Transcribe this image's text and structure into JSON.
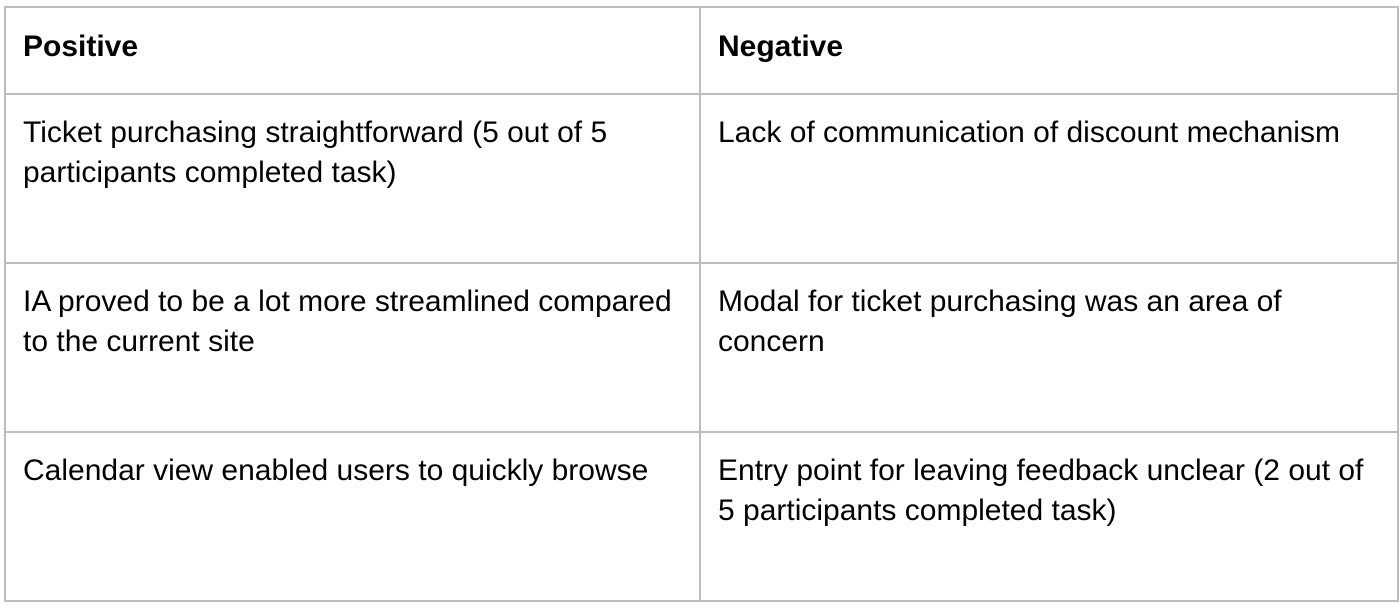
{
  "table": {
    "headers": [
      "Positive",
      "Negative"
    ],
    "rows": [
      [
        "Ticket purchasing straightforward (5 out of 5 participants completed task)",
        "Lack of communication of discount mechanism"
      ],
      [
        "IA proved to be a lot more streamlined compared to the current site",
        "Modal for ticket purchasing was an area of concern"
      ],
      [
        "Calendar view enabled users to quickly browse",
        "Entry point for leaving feedback unclear (2 out of 5 participants completed task)"
      ]
    ]
  }
}
